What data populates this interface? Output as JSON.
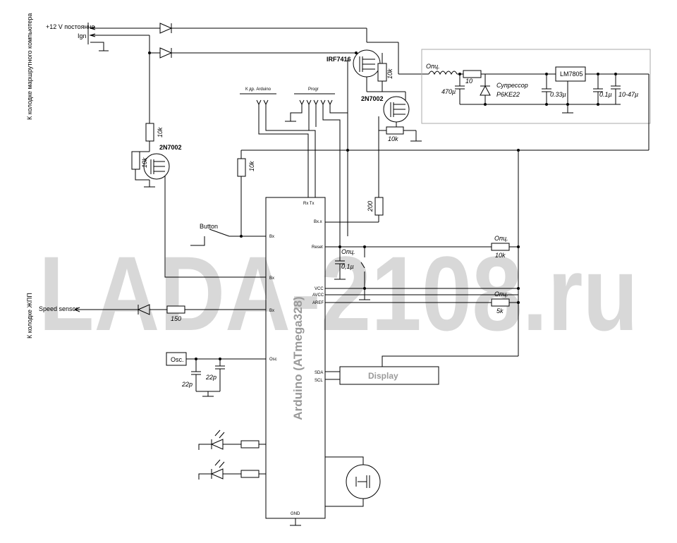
{
  "watermark": "LADA-2108.ru",
  "mcu": {
    "label": "Arduino (ATmega328)",
    "pins": {
      "rxtx": "Rx Tx",
      "bx1": "Bx",
      "bx2": "Bx",
      "bx3": "Bx",
      "bxx": "Bx.x",
      "reset": "Reset",
      "vcc": "VCC",
      "avcc": "AVCC",
      "aref": "AREF",
      "osc": "Osc",
      "sda": "SDA",
      "scl": "SCL",
      "gnd": "GND"
    }
  },
  "connectors": {
    "computer": {
      "label": "К колодке маршрутного компьютера",
      "pin1": "+12 V постоянно",
      "pin2": "Ign"
    },
    "ecu": {
      "label": "К колодке ЖПП",
      "pin1": "Speed sensor"
    },
    "arduino": "К др. Arduino",
    "progr": "Progr"
  },
  "components": {
    "q1": "IRF7416",
    "q2": "2N7002",
    "q3": "2N7002",
    "r_q1": "10k",
    "r_q2": "10k",
    "r_q3a": "10k",
    "r_q3b": "10k",
    "r_btn": "10k",
    "r_base": "200",
    "r_reset": "10k",
    "r_aref": "5k",
    "r_speed": "150",
    "r_in": "10",
    "c_reset": "0,1µ",
    "c_in": "470µ",
    "c_03": "0.33µ",
    "c_01": "0.1µ",
    "c_out": "10-47µ",
    "c_osc1": "22p",
    "c_osc2": "22p",
    "opt1": "Опц.",
    "opt2": "Опц.",
    "opt3": "Опц.",
    "opt4": "Опц.",
    "suppressor": "Супрессор",
    "suppressor_part": "P6KE22",
    "regulator": "LM7805",
    "button": "Button",
    "osc": "Osc.",
    "display": "Display"
  }
}
